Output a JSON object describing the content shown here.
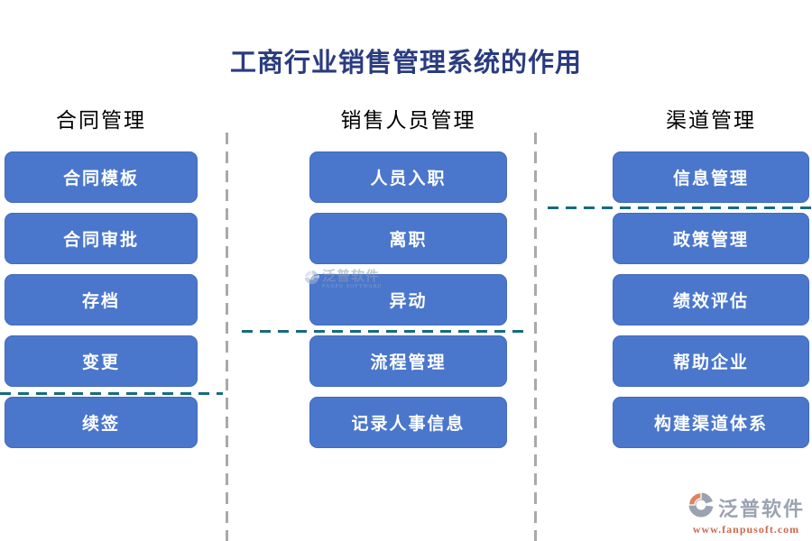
{
  "title": "工商行业销售管理系统的作用",
  "columns": [
    {
      "header": "合同管理",
      "items": [
        "合同模板",
        "合同审批",
        "存档",
        "变更",
        "续签"
      ]
    },
    {
      "header": "销售人员管理",
      "items": [
        "人员入职",
        "离职",
        "异动",
        "流程管理",
        "记录人事信息"
      ]
    },
    {
      "header": "渠道管理",
      "items": [
        "信息管理",
        "政策管理",
        "绩效评估",
        "帮助企业",
        "构建渠道体系"
      ]
    }
  ],
  "watermark": {
    "name": "泛普软件",
    "subtitle": "FANPU SOFTWARE"
  },
  "footer_logo": {
    "name": "泛普软件",
    "url": "www.fanpusoft.com"
  },
  "colors": {
    "button_fill": "#4a77cc",
    "button_text": "#ffffff",
    "title_text": "#2a3c80",
    "header_text": "#000000",
    "divider_vertical": "#a9a9a9",
    "divider_horizontal": "#176b80",
    "logo_gray": "#9ba3b2",
    "logo_orange": "#de8260",
    "logo_url": "#cd6a50"
  }
}
